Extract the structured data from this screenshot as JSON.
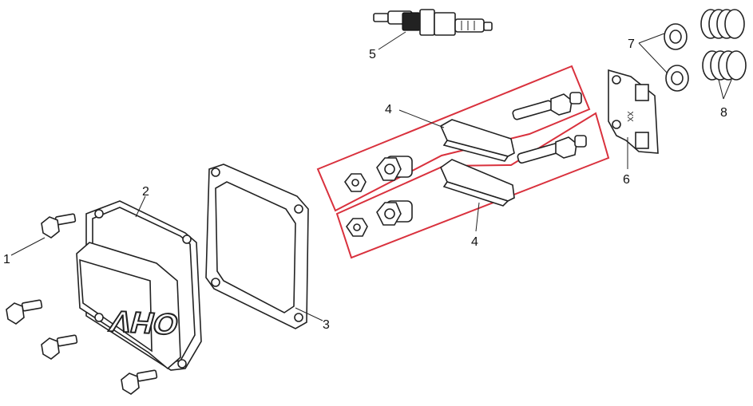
{
  "callouts": {
    "bolts": "1",
    "valve_cover": "2",
    "gasket": "3",
    "rocker_upper": "4",
    "rocker_lower": "4",
    "spark_plug": "5",
    "push_plate": "6",
    "retainer": "7",
    "spring": "8"
  },
  "cover_emboss": "OHV",
  "plate_marking": "XX",
  "colors": {
    "highlight": "#d9313d",
    "line": "#222222"
  }
}
